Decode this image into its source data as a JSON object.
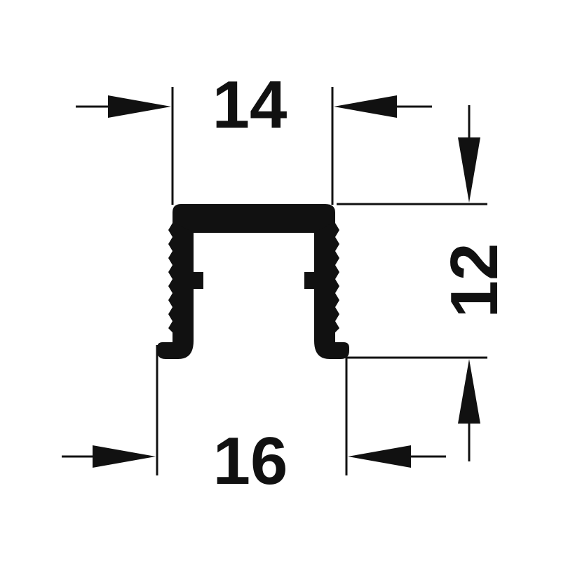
{
  "diagram": {
    "type": "profile-cross-section",
    "dimensions": {
      "top_width": "14",
      "height": "12",
      "bottom_width": "16"
    },
    "colors": {
      "ink": "#111111",
      "background": "#ffffff"
    }
  }
}
